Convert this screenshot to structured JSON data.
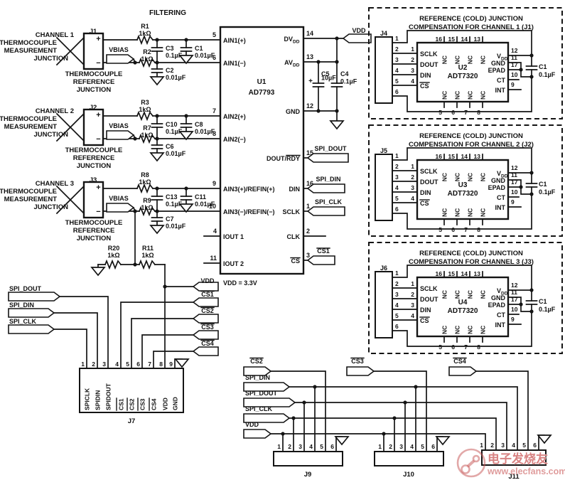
{
  "title": "FILTERING",
  "power_note": "VDD = 3.3V",
  "symbols": {
    "plus": "+",
    "minus": "−"
  },
  "nets": {
    "vbias": "VBIAS",
    "vdd": "VDD",
    "cs1": "CS1",
    "cs2": "CS2",
    "cs3": "CS3",
    "cs4": "CS4",
    "spi_dout": "SPI_DOUT",
    "spi_din": "SPI_DIN",
    "spi_clk": "SPI_CLK"
  },
  "channels": [
    {
      "name": [
        "CHANNEL 1",
        "THERMOCOUPLE",
        "MEASUREMENT",
        "JUNCTION"
      ],
      "connector": "J1",
      "ref_junction": [
        "THERMOCOUPLE",
        "REFERENCE",
        "JUNCTION"
      ],
      "r_top": {
        "ref": "R1",
        "value": "1kΩ"
      },
      "r_bottom": {
        "ref": "R2",
        "value": "1kΩ"
      },
      "c_series": {
        "ref": "C3",
        "value": "0.1µF"
      },
      "c_top": {
        "ref": "C1",
        "value": "0.01µF"
      },
      "c_bottom": {
        "ref": "C2",
        "value": "0.01µF"
      },
      "pin_top": "5",
      "pin_bottom": "6"
    },
    {
      "name": [
        "CHANNEL 2",
        "THERMOCOUPLE",
        "MEASUREMENT",
        "JUNCTION"
      ],
      "connector": "J2",
      "ref_junction": [
        "THERMOCOUPLE",
        "REFERENCE",
        "JUNCTION"
      ],
      "r_top": {
        "ref": "R3",
        "value": "1kΩ"
      },
      "r_bottom": {
        "ref": "R7",
        "value": "1kΩ"
      },
      "c_series": {
        "ref": "C10",
        "value": "0.1µF"
      },
      "c_top": {
        "ref": "C8",
        "value": "0.01µF"
      },
      "c_bottom": {
        "ref": "C6",
        "value": "0.01µF"
      },
      "pin_top": "7",
      "pin_bottom": "8"
    },
    {
      "name": [
        "CHANNEL 3",
        "THERMOCOUPLE",
        "MEASUREMENT",
        "JUNCTION"
      ],
      "connector": "J3",
      "ref_junction": [
        "THERMOCOUPLE",
        "REFERENCE",
        "JUNCTION"
      ],
      "r_top": {
        "ref": "R8",
        "value": "1kΩ"
      },
      "r_bottom": {
        "ref": "R9",
        "value": "1kΩ"
      },
      "c_series": {
        "ref": "C13",
        "value": "0.1µF"
      },
      "c_top": {
        "ref": "C11",
        "value": "0.01µF"
      },
      "c_bottom": {
        "ref": "C7",
        "value": "0.01µF"
      },
      "pin_top": "9",
      "pin_bottom": "10"
    }
  ],
  "u1": {
    "ref": "U1",
    "part": "AD7793",
    "pins": {
      "ain1p": {
        "num": "5",
        "label": "AIN1(+)"
      },
      "ain1m": {
        "num": "6",
        "label": "AIN1(−)"
      },
      "ain2p": {
        "num": "7",
        "label": "AIN2(+)"
      },
      "ain2m": {
        "num": "8",
        "label": "AIN2(−)"
      },
      "ain3p": {
        "num": "9",
        "label": "AIN3(+)/REFIN(+)"
      },
      "ain3m": {
        "num": "10",
        "label": "AIN3(−)/REFIN(−)"
      },
      "iout1": {
        "num": "4",
        "label": "IOUT 1"
      },
      "iout2": {
        "num": "11",
        "label": "IOUT 2"
      },
      "dvdd": {
        "num": "14",
        "main": "DV",
        "sub": "DD"
      },
      "avdd": {
        "num": "13",
        "main": "AV",
        "sub": "DD"
      },
      "gnd": {
        "num": "12",
        "label": "GND"
      },
      "dout": {
        "num": "15",
        "main": "DOUT/",
        "bar": "RDY"
      },
      "din": {
        "num": "16",
        "label": "DIN"
      },
      "sclk": {
        "num": "1",
        "label": "SCLK"
      },
      "clk": {
        "num": "2",
        "label": "CLK"
      },
      "cs": {
        "num": "3",
        "bar": "CS"
      }
    }
  },
  "decoupling": {
    "c5": {
      "ref": "C5",
      "value": "10µF",
      "plus": "+"
    },
    "c4": {
      "ref": "C4",
      "value": "0.1µF"
    }
  },
  "bias": {
    "r20": {
      "ref": "R20",
      "value": "1kΩ"
    },
    "r11": {
      "ref": "R11",
      "value": "1kΩ"
    }
  },
  "j7": {
    "ref": "J7",
    "pins": [
      {
        "num": "1",
        "label": "SPICLK"
      },
      {
        "num": "2",
        "label": "SPIDIN"
      },
      {
        "num": "3",
        "label": "SPIDOUT"
      },
      {
        "num": "4",
        "label": "CS1",
        "bar": true
      },
      {
        "num": "5",
        "label": "CS2",
        "bar": true
      },
      {
        "num": "6",
        "label": "CS3",
        "bar": true
      },
      {
        "num": "7",
        "label": "CS4",
        "bar": true
      },
      {
        "num": "8",
        "label": "VDD"
      },
      {
        "num": "9",
        "label": "GND"
      }
    ]
  },
  "comp_blocks": [
    {
      "title": [
        "REFERENCE (COLD) JUNCTION",
        "COMPENSATION FOR CHANNEL 1 (J1)"
      ],
      "connector": "J4",
      "ic": {
        "ref": "U2",
        "part": "ADT7320"
      },
      "cap": {
        "ref": "C1",
        "value": "0.1µF"
      }
    },
    {
      "title": [
        "REFERENCE (COLD) JUNCTION",
        "COMPENSATION FOR CHANNEL 2 (J2)"
      ],
      "connector": "J5",
      "ic": {
        "ref": "U3",
        "part": "ADT7320"
      },
      "cap": {
        "ref": "C1",
        "value": "0.1µF"
      }
    },
    {
      "title": [
        "REFERENCE (COLD) JUNCTION",
        "COMPENSATION FOR CHANNEL 3 (J3)"
      ],
      "connector": "J6",
      "ic": {
        "ref": "U4",
        "part": "ADT7320"
      },
      "cap": {
        "ref": "C1",
        "value": "0.1µF"
      }
    }
  ],
  "adt": {
    "conn_pins": [
      "1",
      "2",
      "3",
      "4",
      "5",
      "6"
    ],
    "left_pins": [
      {
        "num": "1",
        "label": "SCLK"
      },
      {
        "num": "2",
        "label": "DOUT"
      },
      {
        "num": "3",
        "label": "DIN"
      },
      {
        "num": "4",
        "label": "CS",
        "bar": true
      }
    ],
    "top_pins": [
      "16",
      "15",
      "14",
      "13"
    ],
    "bottom_pins": [
      "5",
      "6",
      "7",
      "8"
    ],
    "nc": "NC",
    "right_pins": [
      {
        "num": "12",
        "main": "V",
        "sub": "DD"
      },
      {
        "num": "11",
        "label": "GND"
      },
      {
        "num": "17",
        "label": "EPAD"
      },
      {
        "num": "10",
        "label": "CT"
      },
      {
        "num": "9",
        "label": "INT"
      }
    ]
  },
  "bottom_connectors": {
    "j9": {
      "ref": "J9",
      "pin_nums": [
        "1",
        "2",
        "3",
        "4",
        "5",
        "6"
      ]
    },
    "j10": {
      "ref": "J10",
      "pin_nums": [
        "1",
        "2",
        "3",
        "4",
        "5",
        "6"
      ]
    },
    "j11": {
      "ref": "J11",
      "pin_nums": [
        "1",
        "2",
        "3",
        "4",
        "5",
        "6"
      ]
    }
  },
  "watermark": {
    "name": "电子发烧友",
    "url": "www.elecfans.com"
  }
}
